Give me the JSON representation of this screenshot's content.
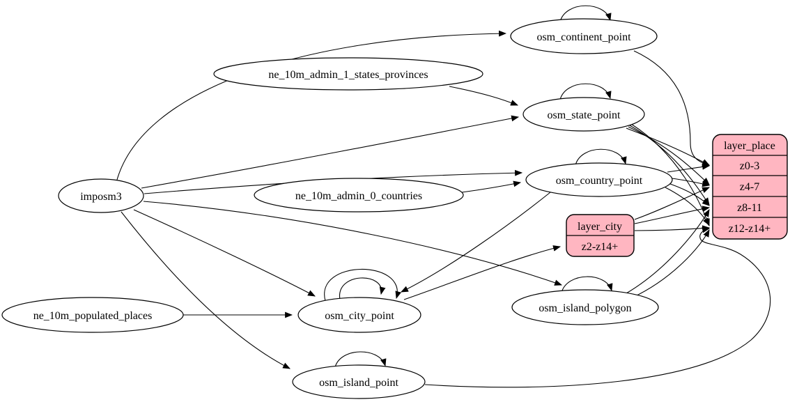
{
  "diagram": {
    "kind": "etl-dependency-graph",
    "colors": {
      "background": "#ffffff",
      "node_fill": "#ffffff",
      "record_fill": "#ffb6c1",
      "stroke": "#000000"
    },
    "nodes": {
      "imposm3": {
        "label": "imposm3"
      },
      "ne_admin1": {
        "label": "ne_10m_admin_1_states_provinces"
      },
      "ne_admin0": {
        "label": "ne_10m_admin_0_countries"
      },
      "ne_places": {
        "label": "ne_10m_populated_places"
      },
      "continent": {
        "label": "osm_continent_point"
      },
      "state": {
        "label": "osm_state_point"
      },
      "country": {
        "label": "osm_country_point"
      },
      "city": {
        "label": "osm_city_point"
      },
      "island_polygon": {
        "label": "osm_island_polygon"
      },
      "island_point": {
        "label": "osm_island_point"
      },
      "layer_city": {
        "title": "layer_city",
        "rows": [
          "z2-z14+"
        ]
      },
      "layer_place": {
        "title": "layer_place",
        "rows": [
          "z0-3",
          "z4-7",
          "z8-11",
          "z12-z14+"
        ]
      }
    },
    "edges": [
      {
        "from": "imposm3",
        "to": "osm_continent_point"
      },
      {
        "from": "imposm3",
        "to": "osm_state_point"
      },
      {
        "from": "imposm3",
        "to": "osm_country_point"
      },
      {
        "from": "imposm3",
        "to": "osm_city_point"
      },
      {
        "from": "imposm3",
        "to": "osm_island_polygon"
      },
      {
        "from": "imposm3",
        "to": "osm_island_point"
      },
      {
        "from": "ne_10m_admin_1_states_provinces",
        "to": "osm_state_point"
      },
      {
        "from": "ne_10m_admin_0_countries",
        "to": "osm_country_point"
      },
      {
        "from": "ne_10m_populated_places",
        "to": "osm_city_point"
      },
      {
        "from": "osm_country_point",
        "to": "osm_city_point"
      },
      {
        "from": "osm_continent_point",
        "to": "osm_continent_point"
      },
      {
        "from": "osm_state_point",
        "to": "osm_state_point"
      },
      {
        "from": "osm_country_point",
        "to": "osm_country_point"
      },
      {
        "from": "osm_city_point",
        "to": "osm_city_point"
      },
      {
        "from": "osm_city_point",
        "to": "osm_city_point"
      },
      {
        "from": "osm_island_polygon",
        "to": "osm_island_polygon"
      },
      {
        "from": "osm_island_point",
        "to": "osm_island_point"
      },
      {
        "from": "osm_city_point",
        "to": "layer_city:z2-z14+"
      },
      {
        "from": "osm_continent_point",
        "to": "layer_place:z0-3"
      },
      {
        "from": "osm_state_point",
        "to": "layer_place:z0-3"
      },
      {
        "from": "osm_state_point",
        "to": "layer_place:z4-7"
      },
      {
        "from": "osm_state_point",
        "to": "layer_place:z8-11"
      },
      {
        "from": "osm_state_point",
        "to": "layer_place:z12-z14+"
      },
      {
        "from": "osm_country_point",
        "to": "layer_place:z0-3"
      },
      {
        "from": "osm_country_point",
        "to": "layer_place:z4-7"
      },
      {
        "from": "osm_country_point",
        "to": "layer_place:z8-11"
      },
      {
        "from": "osm_country_point",
        "to": "layer_place:z12-z14+"
      },
      {
        "from": "layer_city",
        "to": "layer_place:z4-7"
      },
      {
        "from": "layer_city",
        "to": "layer_place:z8-11"
      },
      {
        "from": "layer_city",
        "to": "layer_place:z12-z14+"
      },
      {
        "from": "osm_island_polygon",
        "to": "layer_place:z8-11"
      },
      {
        "from": "osm_island_polygon",
        "to": "layer_place:z12-z14+"
      },
      {
        "from": "osm_island_point",
        "to": "layer_place:z12-z14+"
      }
    ]
  }
}
